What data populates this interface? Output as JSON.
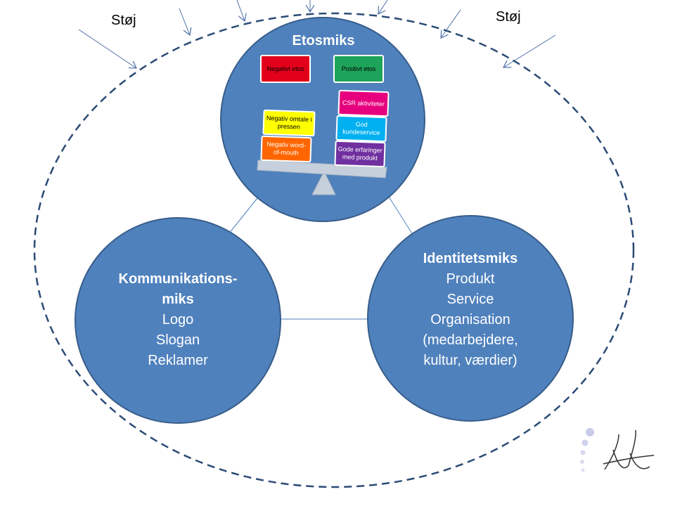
{
  "noise": {
    "label_left": "Støj",
    "label_right": "Støj"
  },
  "etos": {
    "title": "Etosmiks",
    "negative_header": "Negativt etos",
    "positive_header": "Positivt etos",
    "negative_items": [
      "Negativ omtale i pressen",
      "Negativ word-of-mouth"
    ],
    "positive_items": [
      "CSR aktiviteter",
      "God kundeservice",
      "Gode erfaringer med produkt"
    ]
  },
  "kommunikation": {
    "title": "Kommunikations-miks",
    "items": [
      "Logo",
      "Slogan",
      "Reklamer"
    ]
  },
  "identitet": {
    "title": "Identitetsmiks",
    "items": [
      "Produkt",
      "Service",
      "Organisation",
      "(medarbejdere,",
      "kultur, værdier)"
    ]
  },
  "colors": {
    "circle_fill": "#4f81bd",
    "circle_stroke": "#385d8a",
    "outer_dash": "#2b4b75",
    "negative_header": "#e3001b",
    "positive_header": "#1ea35a",
    "csr": "#e6007e",
    "service": "#00b0f0",
    "experience": "#7030a0",
    "press": "#ffff00",
    "wom": "#ff6600"
  },
  "icons": {
    "arrows": "arrow-icon",
    "logo": "signature-logo-icon"
  }
}
